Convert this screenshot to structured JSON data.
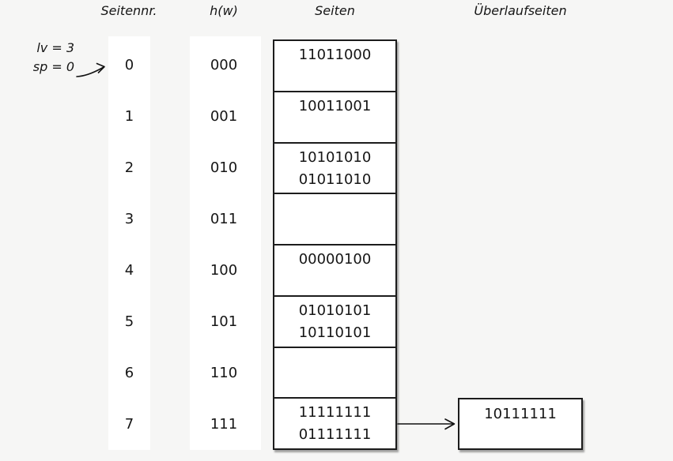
{
  "title": "Lineares Hashing Diagramm",
  "colors": {
    "background": "#f6f6f5",
    "band_fill": "#ffffff",
    "box_fill": "#ffffff",
    "box_border": "#1c1c1c",
    "text": "#161616",
    "arrow": "#111111"
  },
  "headers": {
    "seitennr": "Seitennr.",
    "hw": "h(w)",
    "seiten": "Seiten",
    "ueberlauf": "Überlaufseiten"
  },
  "annotation": {
    "line1": "lv = 3",
    "line2": "sp = 0"
  },
  "rows": [
    {
      "nr": "0",
      "hash": "000",
      "entries": [
        "11011000"
      ]
    },
    {
      "nr": "1",
      "hash": "001",
      "entries": [
        "10011001"
      ]
    },
    {
      "nr": "2",
      "hash": "010",
      "entries": [
        "10101010",
        "01011010"
      ]
    },
    {
      "nr": "3",
      "hash": "011",
      "entries": []
    },
    {
      "nr": "4",
      "hash": "100",
      "entries": [
        "00000100"
      ]
    },
    {
      "nr": "5",
      "hash": "101",
      "entries": [
        "01010101",
        "10110101"
      ]
    },
    {
      "nr": "6",
      "hash": "110",
      "entries": []
    },
    {
      "nr": "7",
      "hash": "111",
      "entries": [
        "11111111",
        "01111111"
      ],
      "overflow": [
        "10111111"
      ]
    }
  ]
}
